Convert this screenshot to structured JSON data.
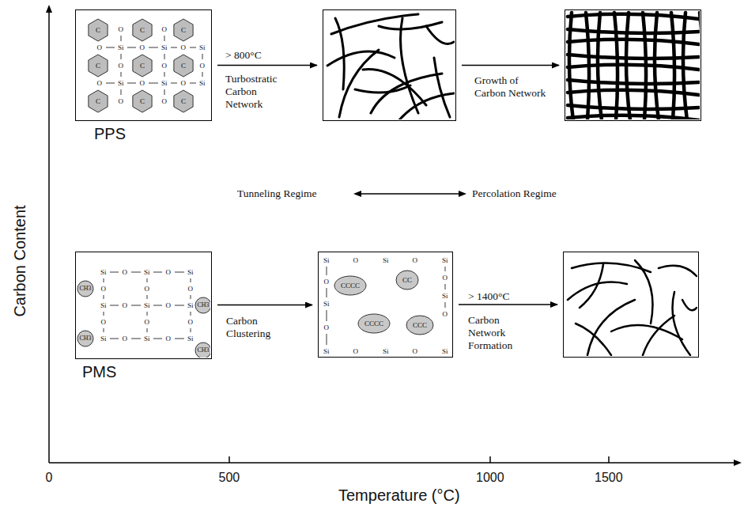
{
  "diagram": {
    "nodes": [
      {
        "text": [
          "PPS"
        ]
      },
      {
        "text": []
      },
      {
        "text": []
      },
      {
        "text": [
          "PMS"
        ]
      },
      {
        "text": []
      },
      {
        "text": []
      }
    ],
    "edges": [
      {
        "from": 0,
        "to": 1,
        "arrow": "to",
        "label": "> 800°C"
      },
      {
        "from": 1,
        "to": 2,
        "arrow": "to",
        "label": "Growth of Carbon Network"
      },
      {
        "from": 3,
        "to": 4,
        "arrow": "to",
        "label": "Carbon Clustering"
      },
      {
        "from": 4,
        "to": 5,
        "arrow": "to",
        "label": "> 1400°C"
      }
    ],
    "labels": [
      "Carbon Content",
      "Temperature (°C)",
      "0",
      "500",
      "1000",
      "1500",
      "Turbostratic Carbon Network",
      "Tunneling Regime",
      "Percolation Regime",
      "Carbon Network Formation",
      "C",
      "C",
      "C",
      "C",
      "C",
      "C",
      "C",
      "C",
      "C",
      "Si",
      "Si",
      "Si",
      "Si",
      "Si",
      "Si",
      "O",
      "O",
      "O",
      "O",
      "O",
      "O",
      "O",
      "O",
      "O",
      "O",
      "O",
      "O",
      "O",
      "Si",
      "Si",
      "Si",
      "Si",
      "Si",
      "Si",
      "Si",
      "Si",
      "Si",
      "O",
      "O",
      "O",
      "O",
      "O",
      "O",
      "O",
      "O",
      "O",
      "O",
      "O",
      "O",
      "CH3",
      "CH3",
      "CH3",
      "CH3",
      "CCCC",
      "CC",
      "CCCC",
      "CCC",
      "Si",
      "Si",
      "Si",
      "Si",
      "Si",
      "Si",
      "Si",
      "Si",
      "O",
      "O",
      "O",
      "O",
      "O",
      "O",
      "O",
      "O"
    ]
  }
}
